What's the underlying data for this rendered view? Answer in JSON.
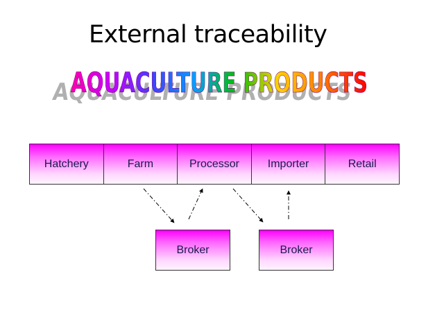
{
  "slide": {
    "title": "External traceability",
    "wordart": "AQUACULTURE PRODUCTS",
    "wordart_colors": [
      "#ff00aa",
      "#c800ff",
      "#4040ff",
      "#00a0ff",
      "#00c000",
      "#ffd000",
      "#ff8000",
      "#ff0000"
    ],
    "stages": [
      "Hatchery",
      "Farm",
      "Processor",
      "Importer",
      "Retail"
    ],
    "brokers": [
      "Broker",
      "Broker"
    ],
    "stage_gradient": "#ff00ff",
    "flows": [
      {
        "from": "Farm",
        "to": "Broker 1"
      },
      {
        "from": "Broker 1",
        "to": "Processor"
      },
      {
        "from": "Processor",
        "to": "Broker 2"
      },
      {
        "from": "Broker 2",
        "to": "Importer"
      }
    ]
  }
}
